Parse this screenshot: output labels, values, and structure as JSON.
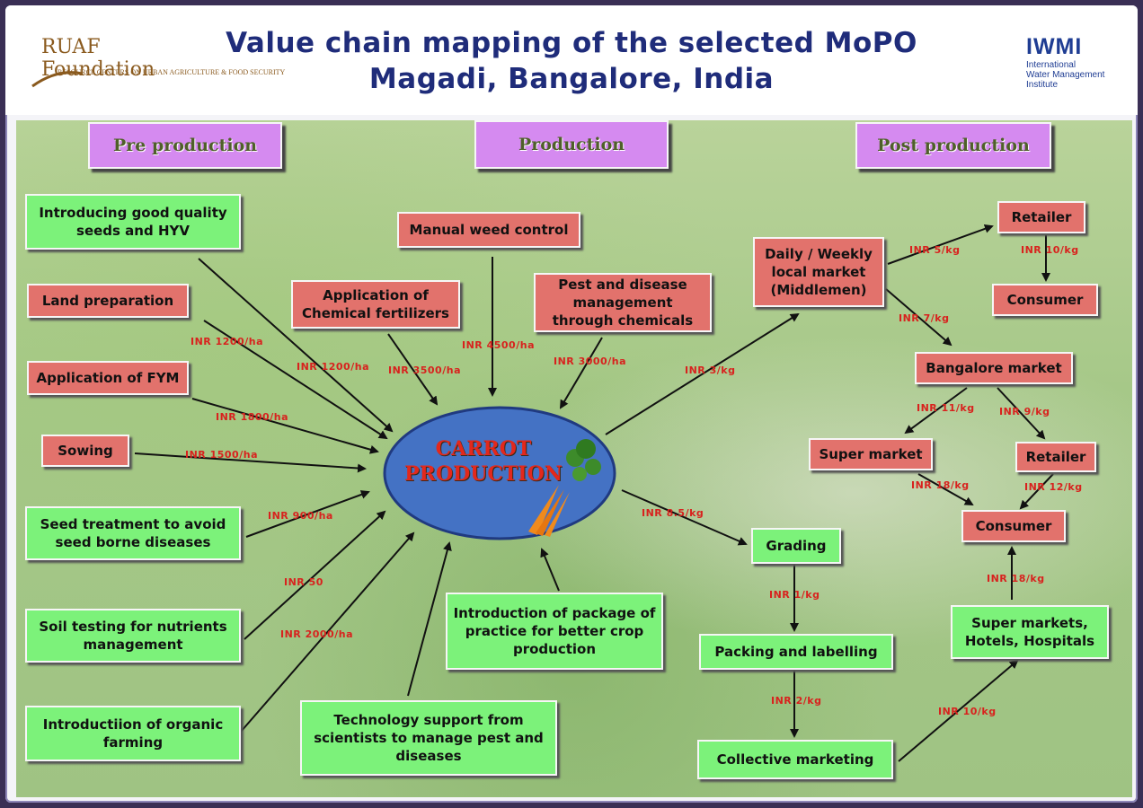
{
  "header": {
    "title_line1": "Value chain mapping of the selected MoPO",
    "title_line2": "Magadi, Bangalore, India",
    "left_logo": {
      "name": "RUAF Foundation",
      "tagline": "RESOURCE CENTERS ON URBAN AGRICULTURE & FOOD SECURITY"
    },
    "right_logo": {
      "name": "IWMI",
      "line1": "International",
      "line2": "Water Management",
      "line3": "Institute"
    }
  },
  "phases": {
    "pre": "Pre production",
    "prod": "Production",
    "post": "Post production"
  },
  "center": {
    "line1": "CARROT",
    "line2": "PRODUCTION"
  },
  "pre_production": [
    {
      "label": "Introducing good quality seeds and HYV",
      "cost": ""
    },
    {
      "label": "Land preparation",
      "cost": "INR 1200/ha"
    },
    {
      "label": "Application of FYM",
      "cost": "INR 1800/ha"
    },
    {
      "label": "Sowing",
      "cost": "INR 1500/ha"
    },
    {
      "label": "Seed treatment to avoid seed borne diseases",
      "cost": "INR 900/ha"
    },
    {
      "label": "Soil testing for nutrients management",
      "cost": "INR 50"
    },
    {
      "label": "Introductiion of organic farming",
      "cost": "INR 2000/ha"
    },
    {
      "label": "Technology support from scientists to manage pest and diseases",
      "cost": ""
    },
    {
      "label": "Introduction of package of practice for better crop production",
      "cost": ""
    }
  ],
  "production": [
    {
      "label": "Application of Chemical fertilizers",
      "cost": "INR 3500/ha"
    },
    {
      "label": "Manual weed control",
      "cost": "INR 4500/ha"
    },
    {
      "label": "Pest and disease management through chemicals",
      "cost": "INR 3000/ha"
    }
  ],
  "extra_costs": {
    "seeds": "INR 1200/ha"
  },
  "post_production": {
    "local_market": "Daily / Weekly local market (Middlemen)",
    "retailer_top": "Retailer",
    "consumer_top": "Consumer",
    "bangalore_market": "Bangalore market",
    "super_market": "Super market",
    "retailer_mid": "Retailer",
    "consumer_mid": "Consumer",
    "grading": "Grading",
    "packing": "Packing and labelling",
    "collective": "Collective marketing",
    "institutions": "Super markets, Hotels, Hospitals"
  },
  "flow_prices": {
    "to_local": "INR 3/kg",
    "local_to_retailer": "INR 5/kg",
    "retailer_to_consumer": "INR 10/kg",
    "local_to_bangalore": "INR 7/kg",
    "bangalore_to_super": "INR 11/kg",
    "bangalore_to_retailer": "INR 9/kg",
    "super_to_consumer": "INR 18/kg",
    "retailer_to_consumer_mid": "INR 12/kg",
    "to_grading": "INR 8.5/kg",
    "grading_to_packing": "INR 1/kg",
    "packing_to_collective": "INR 2/kg",
    "collective_to_institutions": "INR 10/kg",
    "institutions_to_consumer": "INR 18/kg"
  }
}
